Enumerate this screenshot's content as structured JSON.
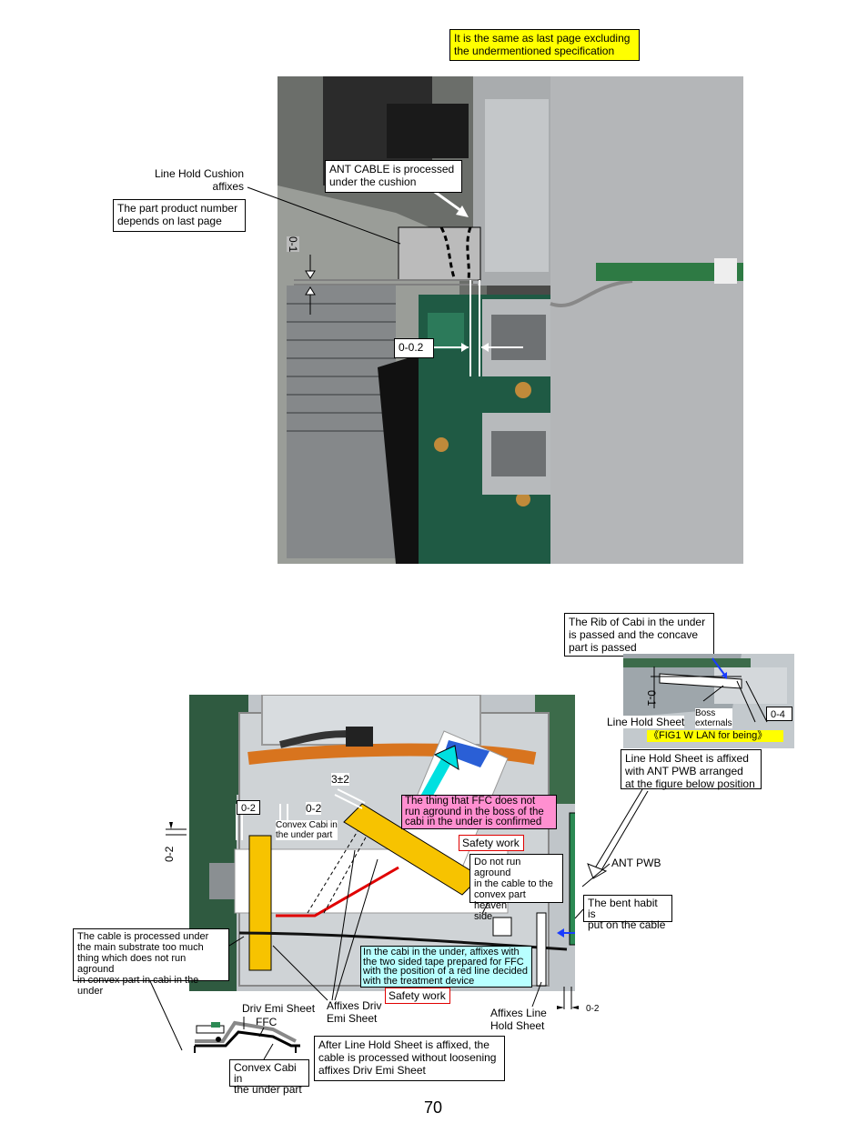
{
  "header_note": {
    "line1": "It is the same as last page excluding",
    "line2": "the undermentioned specification"
  },
  "top_figure": {
    "line_hold_cushion_1": "Line Hold Cushion",
    "line_hold_cushion_2": "affixes",
    "part_number_1": "The part product number",
    "part_number_2": "depends on last page",
    "ant_cable_1": "ANT CABLE is processed",
    "ant_cable_2": "under the cushion",
    "dim_0_1": "0-1",
    "dim_0_02": "0-0.2"
  },
  "wlan_figure": {
    "rib_1": "The Rib of Cabi in the under",
    "rib_2": "is passed and the concave",
    "rib_3": "part is passed",
    "dim_0_1": "0-1",
    "line_hold_sheet": "Line Hold Sheet",
    "boss_1": "Boss",
    "boss_2": "externals",
    "dim_0_4": "0-4",
    "fig_caption": "《FIG1  W LAN  for being》",
    "affixed_1": "Line Hold Sheet is affixed",
    "affixed_2": "with ANT PWB arranged",
    "affixed_3": "at the figure below position"
  },
  "bottom_figure": {
    "dim_3_2": "3±2",
    "dim_0_2_a": "0-2",
    "dim_0_2_b": "0-2",
    "dim_0_2_left": "0-2",
    "dim_0_2_right": "0-2",
    "convex_cabi_1": "Convex Cabi in",
    "convex_cabi_2": "the under part",
    "ffc_1": "The thing that FFC does not",
    "ffc_2": "run aground in the boss of the",
    "ffc_3": "cabi in the under is confirmed",
    "safety_work_1": "Safety work",
    "aground_1": "Do not run aground",
    "aground_2": "in the cable to the",
    "aground_3": "convex part heaven",
    "aground_4": "side",
    "ant_pwb": "ANT PWB",
    "bent_1": "The bent habit is",
    "bent_2": "put on the cable",
    "cable_1": "The cable is processed under",
    "cable_2": "the main substrate too much",
    "cable_3": "thing which does not run aground",
    "cable_4": "in convex part in cabi in the under",
    "tape_1": "In the cabi in the under, affixes with",
    "tape_2": "the two sided tape prepared for FFC",
    "tape_3": "with the position of a red line decided",
    "tape_4": "with the treatment device",
    "safety_work_2": "Safety work",
    "driv_emi": "Driv Emi Sheet",
    "ffc": "FFC",
    "affixes_driv_1": "Affixes Driv",
    "affixes_driv_2": "Emi Sheet",
    "affixes_line_1": "Affixes Line",
    "affixes_line_2": "Hold Sheet",
    "after_1": "After Line Hold Sheet  is affixed, the",
    "after_2": "cable is processed without loosening",
    "after_3": "affixes Driv Emi Sheet",
    "convex_under_1": "Convex Cabi in",
    "convex_under_2": "the under part"
  },
  "page_number": "70"
}
